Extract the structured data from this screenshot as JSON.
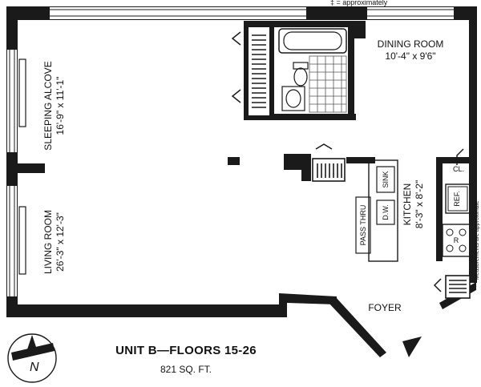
{
  "header_note": "‡ = approximately",
  "rooms": {
    "dining": {
      "name": "DINING ROOM",
      "dims": "10'-4\" x 9'6\""
    },
    "sleeping": {
      "name": "SLEEPING ALCOVE",
      "dims": "16'-9\" x 11'-1\""
    },
    "living": {
      "name": "LIVING ROOM",
      "dims": "26'-3\" x 12'-3\""
    },
    "kitchen": {
      "name": "KITCHEN",
      "dims": "8'-3\" x 8'-2\""
    },
    "foyer": {
      "name": "FOYER"
    }
  },
  "fixtures": {
    "sink": "SINK",
    "dishwasher": "D.W.",
    "pass_thru": "PASS THRU",
    "closet": "CL.",
    "fridge": "REF.",
    "range": "R"
  },
  "title": "UNIT B—FLOORS 15-26",
  "area": "821 SQ. FT.",
  "compass_letter": "N",
  "side_note": "Measurements are approximate"
}
